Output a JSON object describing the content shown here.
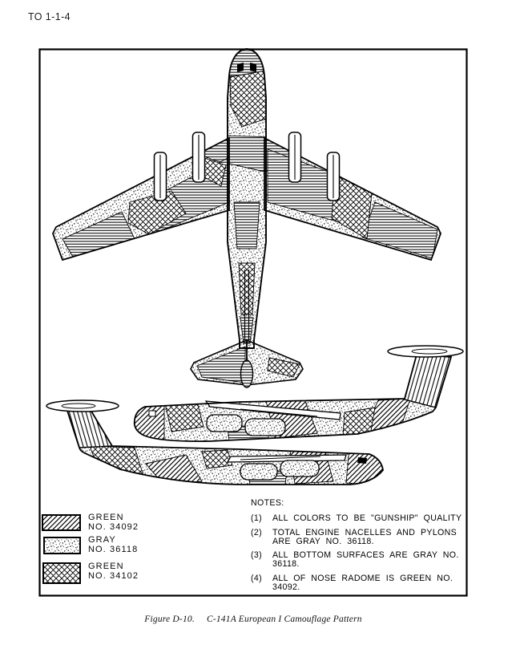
{
  "page": {
    "header_code": "TO 1-1-4"
  },
  "figure": {
    "caption_prefix": "Figure D-10.",
    "caption_title": "C-141A European I Camouflage Pattern"
  },
  "legend": {
    "items": [
      {
        "pattern": "diagonal-hatch",
        "color_name": "GREEN",
        "color_number": "NO. 34092"
      },
      {
        "pattern": "stipple",
        "color_name": "GRAY",
        "color_number": "NO. 36118"
      },
      {
        "pattern": "cross-hatch",
        "color_name": "GREEN",
        "color_number": "NO. 34102"
      }
    ]
  },
  "notes": {
    "heading": "NOTES:",
    "items": [
      {
        "num": "(1)",
        "line1": "ALL COLORS TO BE \"GUNSHIP\" QUALITY",
        "line2": ""
      },
      {
        "num": "(2)",
        "line1": "TOTAL ENGINE NACELLES AND PYLONS",
        "line2": "ARE GRAY NO. 36118."
      },
      {
        "num": "(3)",
        "line1": "ALL BOTTOM SURFACES ARE GRAY NO.",
        "line2": "36118."
      },
      {
        "num": "(4)",
        "line1": "ALL OF NOSE RADOME IS GREEN NO.",
        "line2": "34092."
      }
    ]
  },
  "diagram": {
    "subject": "C-141A",
    "scheme": "European I Camouflage Pattern",
    "views": [
      "top-plan-view",
      "side-profile-nose-left",
      "side-profile-nose-right"
    ],
    "ink_color": "#000000",
    "paper_color": "#ffffff"
  }
}
